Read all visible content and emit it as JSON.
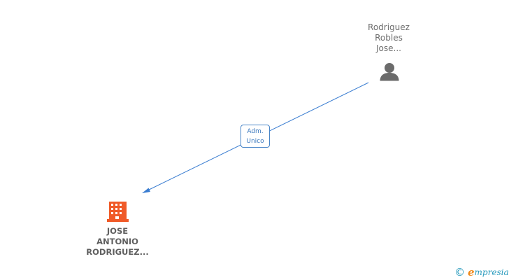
{
  "person": {
    "name_lines": [
      "Rodriguez",
      "Robles",
      "Jose..."
    ],
    "icon": "person-icon"
  },
  "company": {
    "name_lines": [
      "JOSE",
      "ANTONIO",
      "RODRIGUEZ..."
    ],
    "icon": "building-icon"
  },
  "relation": {
    "role_lines": [
      "Adm.",
      "Unico"
    ]
  },
  "brand": {
    "copyright_symbol": "©",
    "initial": "e",
    "rest": "mpresia"
  },
  "colors": {
    "edge": "#3a7dd1",
    "person_icon": "#6b6b6b",
    "company_icon": "#f05a28",
    "brand_blue": "#2a9bbd",
    "brand_orange": "#f08a1c"
  }
}
